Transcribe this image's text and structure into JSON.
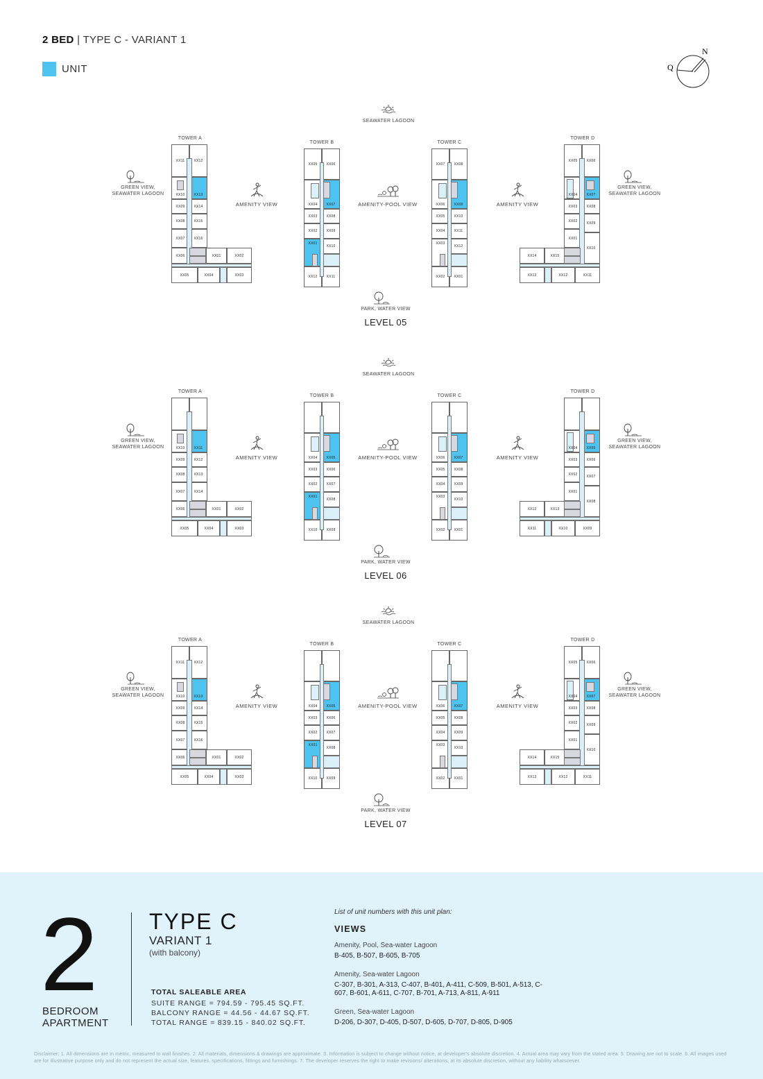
{
  "header": {
    "bed": "2 BED",
    "sep": "|",
    "type": "TYPE C - VARIANT 1"
  },
  "legend": {
    "label": "UNIT",
    "color": "#4fc3ef"
  },
  "compass": {
    "north": "N",
    "q": "Q"
  },
  "view_labels": {
    "lagoon": "SEAWATER LAGOON",
    "green1": "GREEN VIEW,",
    "green2": "SEAWATER LAGOON",
    "amenity": "AMENITY VIEW",
    "pool": "AMENITY-POOL VIEW",
    "park": "PARK, WATER VIEW"
  },
  "levels": [
    {
      "label": "LEVEL 05",
      "towers": [
        {
          "name": "TOWER A",
          "type": "A",
          "highlight": [
            "mr"
          ],
          "units": {
            "tl": "XX11",
            "tr": "XX12",
            "ml": "XX10",
            "mr": "XX13",
            "l1": "XX09",
            "r1": "XX14",
            "l2": "XX08",
            "r2": "XX15",
            "l3": "XX07",
            "r3": "XX16",
            "l4": "XX06",
            "w1": "XX01",
            "w2": "XX02",
            "b1": "XX05",
            "b2": "XX04",
            "b3": "XX03"
          }
        },
        {
          "name": "TOWER B",
          "type": "B",
          "highlight": [
            "mr",
            "r3l"
          ],
          "units": {
            "tl": "XX05",
            "tr": "XX06",
            "ml": "XX04",
            "mr": "XX07",
            "r1l": "XX03",
            "r1r": "XX08",
            "r2l": "XX02",
            "r2r": "XX09",
            "r3l": "XX01",
            "r3r": "XX10",
            "bl": "XX12",
            "br": "XX11"
          }
        },
        {
          "name": "TOWER C",
          "type": "B",
          "highlight": [
            "mr"
          ],
          "units": {
            "tl": "XX07",
            "tr": "XX08",
            "ml": "XX06",
            "mr": "XX09",
            "r1l": "XX05",
            "r1r": "XX10",
            "r2l": "XX04",
            "r2r": "XX11",
            "r3l": "XX03",
            "r3r": "XX12",
            "bl": "XX02",
            "br": "XX01"
          }
        },
        {
          "name": "TOWER D",
          "type": "D",
          "highlight": [
            "mr"
          ],
          "units": {
            "tl": "XX05",
            "tr": "XX06",
            "ml": "XX04",
            "mr": "XX07",
            "l1": "XX03",
            "r1": "XX08",
            "l2": "XX02",
            "r2": "XX09",
            "l3": "XX01",
            "r3": "XX10",
            "w1": "XX14",
            "w2": "XX15",
            "b1": "XX13",
            "b2": "XX12",
            "b3": "XX11"
          }
        }
      ]
    },
    {
      "label": "LEVEL 06",
      "towers": [
        {
          "name": "TOWER A",
          "type": "A",
          "highlight": [
            "mr"
          ],
          "units": {
            "tl": "",
            "tr": "",
            "ml": "XX10",
            "mr": "XX11",
            "l1": "XX09",
            "r1": "XX12",
            "l2": "XX08",
            "r2": "XX13",
            "l3": "XX07",
            "r3": "XX14",
            "l4": "XX06",
            "w1": "XX01",
            "w2": "XX02",
            "b1": "XX05",
            "b2": "XX04",
            "b3": "XX03"
          }
        },
        {
          "name": "TOWER B",
          "type": "B",
          "highlight": [
            "mr",
            "r3l"
          ],
          "units": {
            "tl": "",
            "tr": "",
            "ml": "XX04",
            "mr": "XX05",
            "r1l": "XX03",
            "r1r": "XX06",
            "r2l": "XX02",
            "r2r": "XX07",
            "r3l": "XX01",
            "r3r": "XX08",
            "bl": "XX10",
            "br": "XX09"
          }
        },
        {
          "name": "TOWER C",
          "type": "B",
          "highlight": [
            "mr"
          ],
          "units": {
            "tl": "",
            "tr": "",
            "ml": "XX06",
            "mr": "XX07",
            "r1l": "XX05",
            "r1r": "XX08",
            "r2l": "XX04",
            "r2r": "XX09",
            "r3l": "XX03",
            "r3r": "XX10",
            "bl": "XX02",
            "br": "XX01"
          }
        },
        {
          "name": "TOWER D",
          "type": "D",
          "highlight": [
            "mr"
          ],
          "units": {
            "tl": "",
            "tr": "",
            "ml": "XX04",
            "mr": "XX05",
            "l1": "XX03",
            "r1": "XX06",
            "l2": "XX02",
            "r2": "XX07",
            "l3": "XX01",
            "r3": "XX08",
            "w1": "XX12",
            "w2": "XX13",
            "b1": "XX11",
            "b2": "XX10",
            "b3": "XX09"
          }
        }
      ]
    },
    {
      "label": "LEVEL 07",
      "towers": [
        {
          "name": "TOWER A",
          "type": "A",
          "highlight": [
            "mr"
          ],
          "units": {
            "tl": "XX11",
            "tr": "XX12",
            "ml": "XX10",
            "mr": "XX13",
            "l1": "XX09",
            "r1": "XX14",
            "l2": "XX08",
            "r2": "XX15",
            "l3": "XX07",
            "r3": "XX16",
            "l4": "XX06",
            "w1": "XX01",
            "w2": "XX02",
            "b1": "XX05",
            "b2": "XX04",
            "b3": "XX03"
          }
        },
        {
          "name": "TOWER B",
          "type": "B",
          "highlight": [
            "mr",
            "r3l"
          ],
          "units": {
            "tl": "",
            "tr": "",
            "ml": "XX04",
            "mr": "XX05",
            "r1l": "XX03",
            "r1r": "XX06",
            "r2l": "XX02",
            "r2r": "XX07",
            "r3l": "XX01",
            "r3r": "XX08",
            "bl": "XX10",
            "br": "XX09"
          }
        },
        {
          "name": "TOWER C",
          "type": "B",
          "highlight": [
            "mr"
          ],
          "units": {
            "tl": "",
            "tr": "",
            "ml": "XX06",
            "mr": "XX07",
            "r1l": "XX05",
            "r1r": "XX08",
            "r2l": "XX04",
            "r2r": "XX09",
            "r3l": "XX03",
            "r3r": "XX10",
            "bl": "XX02",
            "br": "XX01"
          }
        },
        {
          "name": "TOWER D",
          "type": "D",
          "highlight": [
            "mr"
          ],
          "units": {
            "tl": "XX05",
            "tr": "XX06",
            "ml": "XX04",
            "mr": "XX07",
            "l1": "XX03",
            "r1": "XX08",
            "l2": "XX02",
            "r2": "XX09",
            "l3": "XX01",
            "r3": "XX10",
            "w1": "XX14",
            "w2": "XX15",
            "b1": "XX13",
            "b2": "XX12",
            "b3": "XX11"
          }
        }
      ]
    }
  ],
  "summary": {
    "bedrooms": "2",
    "bedroom_l1": "BEDROOM",
    "bedroom_l2": "APARTMENT",
    "type": "TYPE C",
    "variant": "VARIANT 1",
    "balcony_note": "(with balcony)",
    "area_heading": "TOTAL SALEABLE AREA",
    "suite_range": "SUITE RANGE = 794.59 - 795.45 SQ.FT.",
    "balcony_range": "BALCONY RANGE = 44.56 - 44.67 SQ.FT.",
    "total_range": "TOTAL RANGE = 839.15 - 840.02 SQ.FT."
  },
  "unit_list": {
    "intro": "List of unit numbers with this unit plan:",
    "heading": "VIEWS",
    "groups": [
      {
        "view": "Amenity, Pool, Sea-water Lagoon",
        "units": "B-405, B-507, B-605, B-705"
      },
      {
        "view": "Amenity, Sea-water Lagoon",
        "units": "C-307, B-301, A-313, C-407, B-401, A-411, C-509, B-501, A-513, C-607, B-601, A-611, C-707, B-701, A-713, A-811, A-911"
      },
      {
        "view": "Green, Sea-water Lagoon",
        "units": "D-206, D-307, D-405, D-507, D-605, D-707, D-805, D-905"
      }
    ]
  },
  "disclaimer": "Disclaimer: 1. All dimensions are in metric, measured to wall finishes. 2. All materials, dimensions & drawings are approximate. 3. Information is subject to change without notice, at developer's absolute discretion. 4. Actual area may vary from the stated area. 5. Drawing are not to scale. 6. All images used are for illustrative purpose only and do not represent the actual size, features, specifications, fittings and furnishings. 7. The developer reserves the right to make revisions/ alterations, at its absolute discretion, without any liability whatsoever."
}
